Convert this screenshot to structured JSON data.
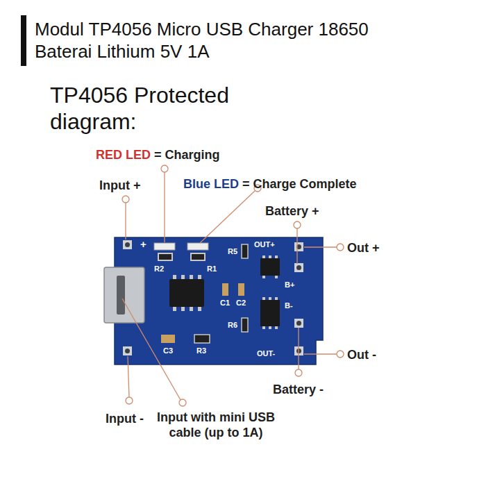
{
  "diagram": {
    "title": "Modul TP4056 Micro USB Charger 18650 Baterai Lithium 5V 1A",
    "labels": [
      "TP4056 Protected diagram:",
      "RED LED",
      "= Charging",
      "Input +",
      "Blue LED",
      "= Charge Complete",
      "Battery +",
      "Out +",
      "Out -",
      "Battery -",
      "Input -",
      "Input with mini USB cable (up to 1A)",
      "+",
      "R2",
      "R1",
      "R5",
      "C1",
      "C2",
      "R6",
      "C3",
      "R3",
      "OUT+",
      "B+",
      "B-",
      "OUT-"
    ]
  }
}
